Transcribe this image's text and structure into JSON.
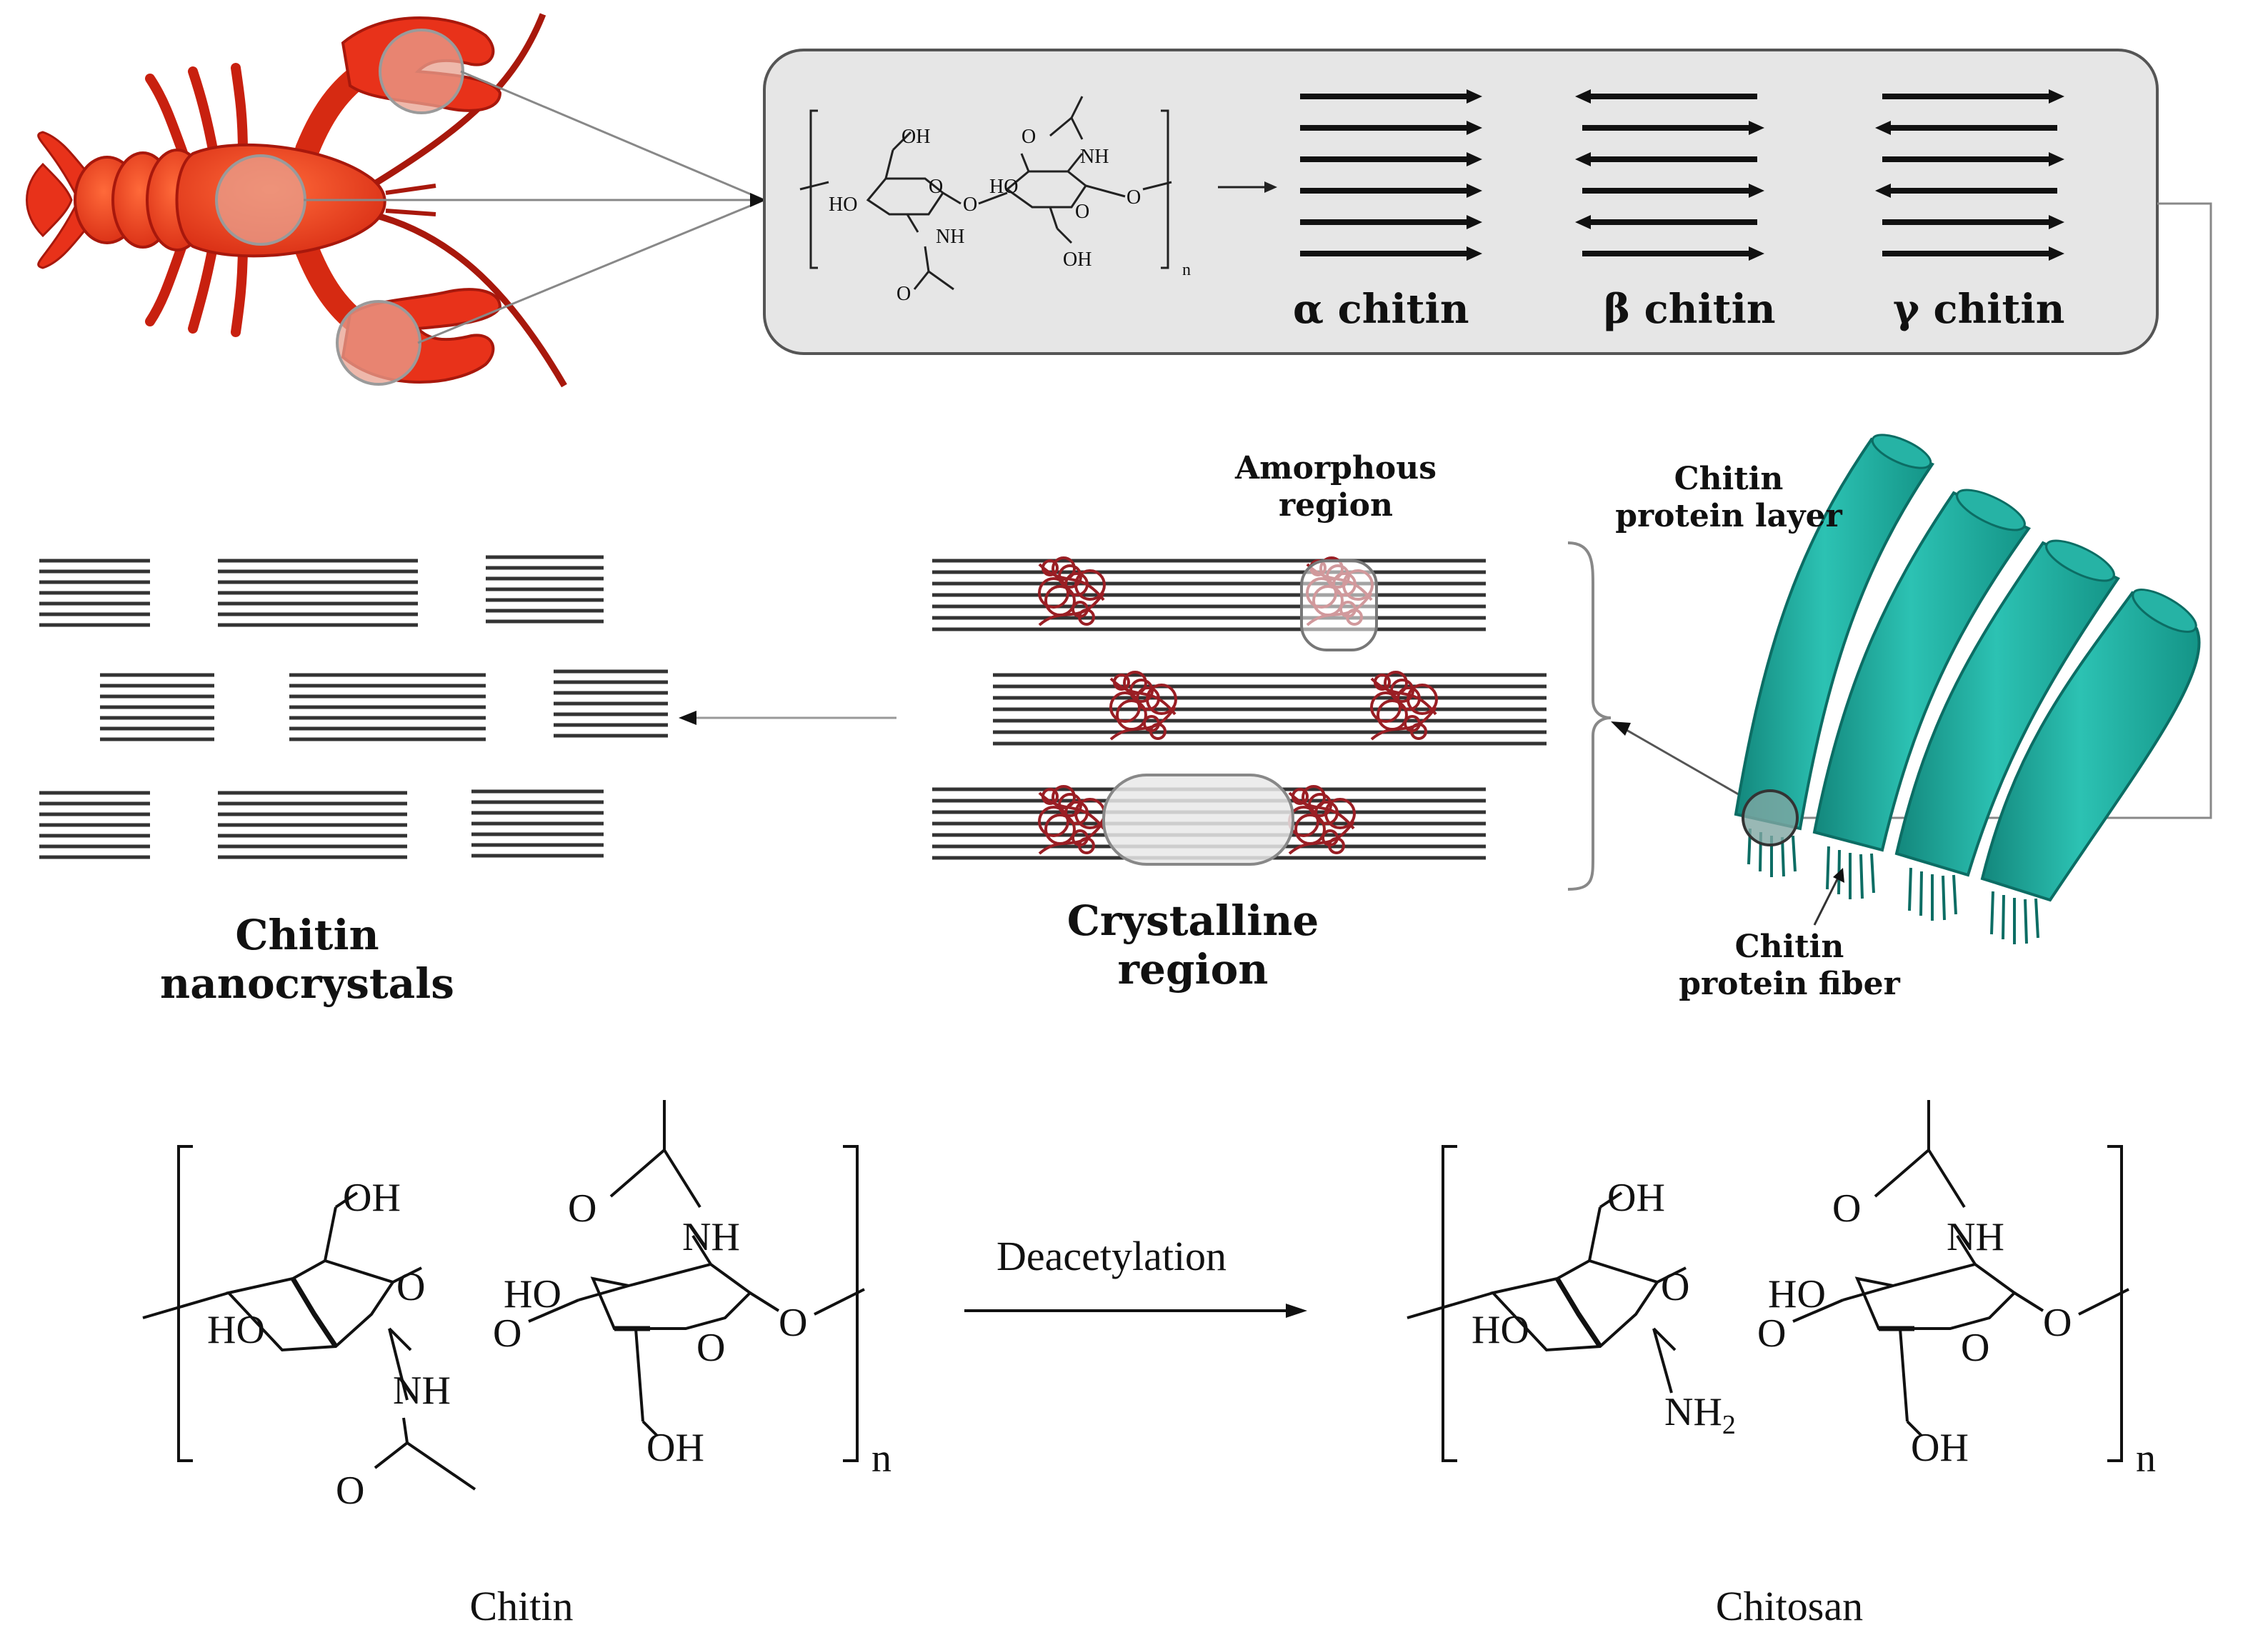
{
  "top_box": {
    "alpha_label": "α chitin",
    "beta_label": "β chitin",
    "gamma_label": "γ chitin",
    "small_structure": {
      "oh_top": "OH",
      "oh_bottom": "OH",
      "ho_left": "HO",
      "ho_mid": "HO",
      "nh_top": "NH",
      "nh_bottom": "NH",
      "o_left_ring": "O",
      "o_right_ring": "O",
      "o_bridge": "O",
      "o_end": "O",
      "o_carbonyl_top": "O",
      "o_carbonyl_bottom": "O",
      "n_subscript": "n"
    }
  },
  "middle": {
    "amorphous_line1": "Amorphous",
    "amorphous_line2": "region",
    "crystalline_line1": "Crystalline",
    "crystalline_line2": "region",
    "nanocrystals_line1": "Chitin",
    "nanocrystals_line2": "nanocrystals",
    "layer_line1": "Chitin",
    "layer_line2": "protein layer",
    "fiber_line1": "Chitin",
    "fiber_line2": "protein fiber",
    "fiber_color": "#1fa79a"
  },
  "bottom": {
    "reaction_label": "Deacetylation",
    "chitin_name": "Chitin",
    "chitosan_name": "Chitosan",
    "chitin": {
      "oh_top": "OH",
      "oh_bottom": "OH",
      "ho_left": "HO",
      "ho_mid": "HO",
      "nh_top": "NH",
      "nh_bottom": "NH",
      "o_ring_left": "O",
      "o_ring_right": "O",
      "o_bridge": "O",
      "o_end": "O",
      "o_carbonyl_top": "O",
      "o_carbonyl_bottom": "O",
      "n_subscript": "n"
    },
    "chitosan": {
      "oh_top": "OH",
      "oh_bottom": "OH",
      "ho_left": "HO",
      "ho_mid": "HO",
      "nh_top": "NH",
      "nh2_main": "NH",
      "nh2_sub": "2",
      "o_ring_left": "O",
      "o_ring_right": "O",
      "o_bridge": "O",
      "o_end": "O",
      "o_carbonyl_top": "O",
      "n_subscript": "n"
    }
  },
  "colors": {
    "lobster_body": "#e8321a",
    "lobster_dark": "#a8180c",
    "highlight_circle": "#e8a08f",
    "panel_fill": "#e6e6e6",
    "amorphous_red": "#9a1e24"
  }
}
